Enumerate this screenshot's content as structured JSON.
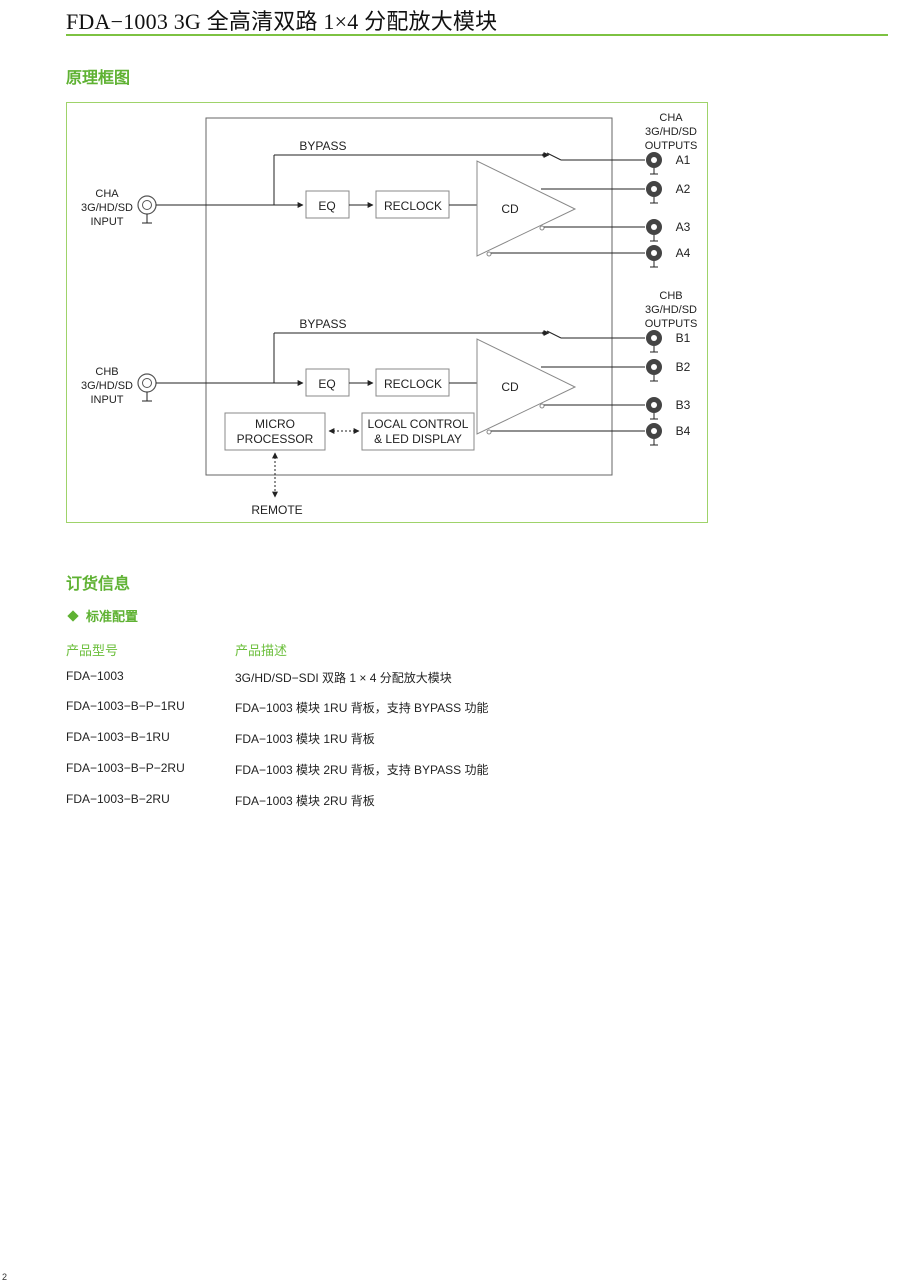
{
  "page": {
    "title": "FDA−1003  3G 全高清双路 1×4 分配放大模块",
    "number": "2"
  },
  "colors": {
    "accent": "#5fb233",
    "rule": "#7dc242",
    "diagram_border": "#9fd36a"
  },
  "block_diagram": {
    "heading": "原理框图",
    "channels": [
      {
        "input_label": [
          "CHA",
          "3G/HD/SD",
          "INPUT"
        ],
        "bypass_label": "BYPASS",
        "eq_label": "EQ",
        "reclock_label": "RECLOCK",
        "cd_label": "CD",
        "outputs_label": [
          "CHA",
          "3G/HD/SD",
          "OUTPUTS"
        ],
        "outputs": [
          "A1",
          "A2",
          "A3",
          "A4"
        ]
      },
      {
        "input_label": [
          "CHB",
          "3G/HD/SD",
          "INPUT"
        ],
        "bypass_label": "BYPASS",
        "eq_label": "EQ",
        "reclock_label": "RECLOCK",
        "cd_label": "CD",
        "outputs_label": [
          "CHB",
          "3G/HD/SD",
          "OUTPUTS"
        ],
        "outputs": [
          "B1",
          "B2",
          "B3",
          "B4"
        ]
      }
    ],
    "micro_processor": [
      "MICRO",
      "PROCESSOR"
    ],
    "local_control": [
      "LOCAL CONTROL",
      "& LED DISPLAY"
    ],
    "remote": "REMOTE"
  },
  "ordering": {
    "heading": "订货信息",
    "subheading": "标准配置",
    "columns": [
      "产品型号",
      "产品描述"
    ],
    "rows": [
      {
        "model": "FDA−1003",
        "desc": "3G/HD/SD−SDI  双路 1 × 4 分配放大模块"
      },
      {
        "model": "FDA−1003−B−P−1RU",
        "desc": "FDA−1003 模块 1RU 背板，支持 BYPASS 功能"
      },
      {
        "model": "FDA−1003−B−1RU",
        "desc": "FDA−1003 模块 1RU 背板"
      },
      {
        "model": "FDA−1003−B−P−2RU",
        "desc": "FDA−1003 模块 2RU 背板，支持 BYPASS 功能"
      },
      {
        "model": "FDA−1003−B−2RU",
        "desc": "FDA−1003 模块 2RU 背板"
      }
    ]
  }
}
